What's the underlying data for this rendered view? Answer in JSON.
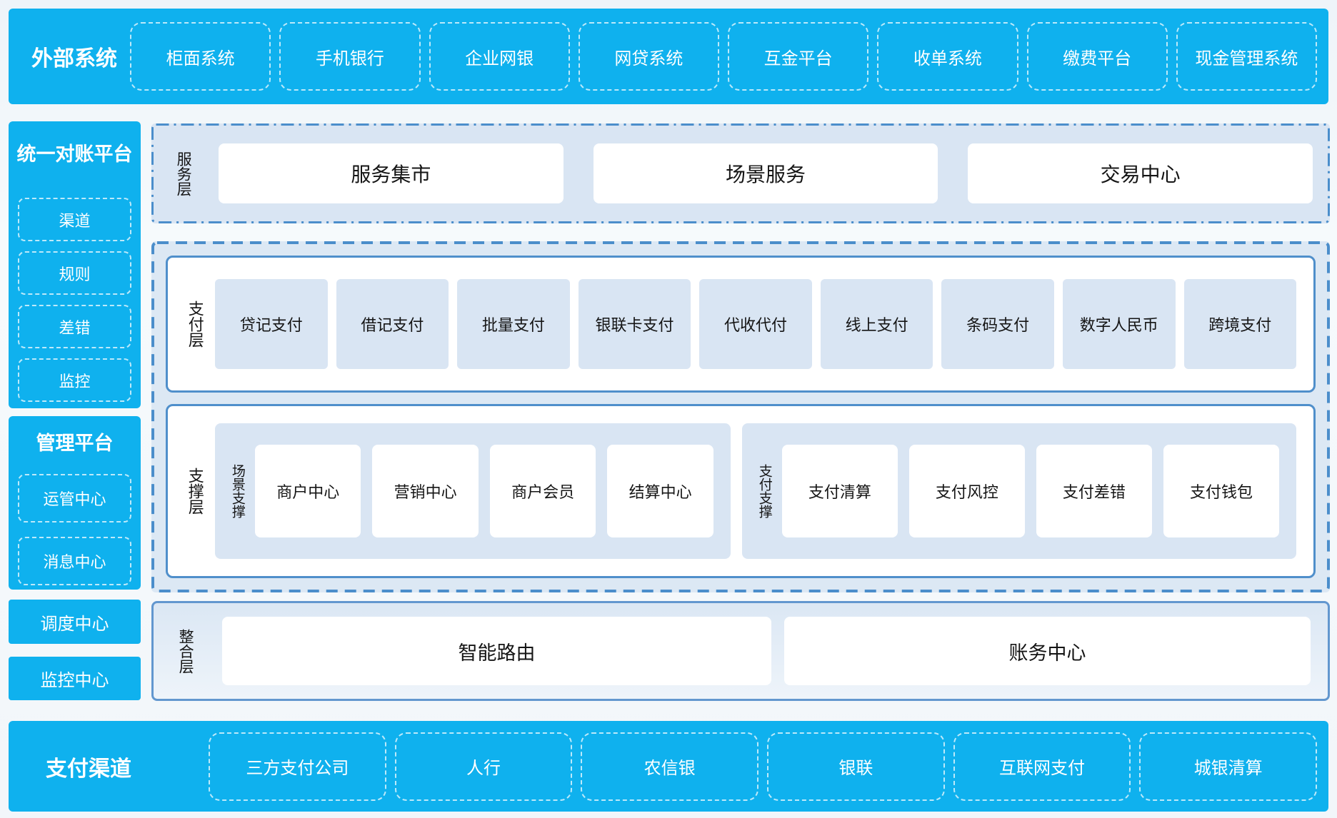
{
  "colors": {
    "brand_blue": "#0fb1ee",
    "section_border_blue": "#4f8fcb",
    "panel_bg_light": "#dce8f4",
    "card_bg_light": "#d9e5f3"
  },
  "top_bar": {
    "label": "外部系统",
    "items": [
      "柜面系统",
      "手机银行",
      "企业网银",
      "网贷系统",
      "互金平台",
      "收单系统",
      "缴费平台",
      "现金管理系统"
    ]
  },
  "sidebar": {
    "reconciliation": {
      "title": "统一对账平台",
      "items": [
        "渠道",
        "规则",
        "差错",
        "监控"
      ]
    },
    "management": {
      "title": "管理平台",
      "items": [
        "运管中心",
        "消息中心"
      ]
    },
    "scheduling_center": "调度中心",
    "monitoring_center": "监控中心"
  },
  "layers": {
    "service": {
      "label": "服务层",
      "items": [
        "服务集市",
        "场景服务",
        "交易中心"
      ]
    },
    "payment": {
      "label": "支付层",
      "items": [
        "贷记支付",
        "借记支付",
        "批量支付",
        "银联卡支付",
        "代收代付",
        "线上支付",
        "条码支付",
        "数字人民币",
        "跨境支付"
      ]
    },
    "support": {
      "label": "支撑层",
      "groups": [
        {
          "label": "场景支撑",
          "items": [
            "商户中心",
            "营销中心",
            "商户会员",
            "结算中心"
          ]
        },
        {
          "label": "支付支撑",
          "items": [
            "支付清算",
            "支付风控",
            "支付差错",
            "支付钱包"
          ]
        }
      ]
    },
    "integration": {
      "label": "整合层",
      "items": [
        "智能路由",
        "账务中心"
      ]
    }
  },
  "bottom_bar": {
    "label": "支付渠道",
    "items": [
      "三方支付公司",
      "人行",
      "农信银",
      "银联",
      "互联网支付",
      "城银清算"
    ]
  }
}
